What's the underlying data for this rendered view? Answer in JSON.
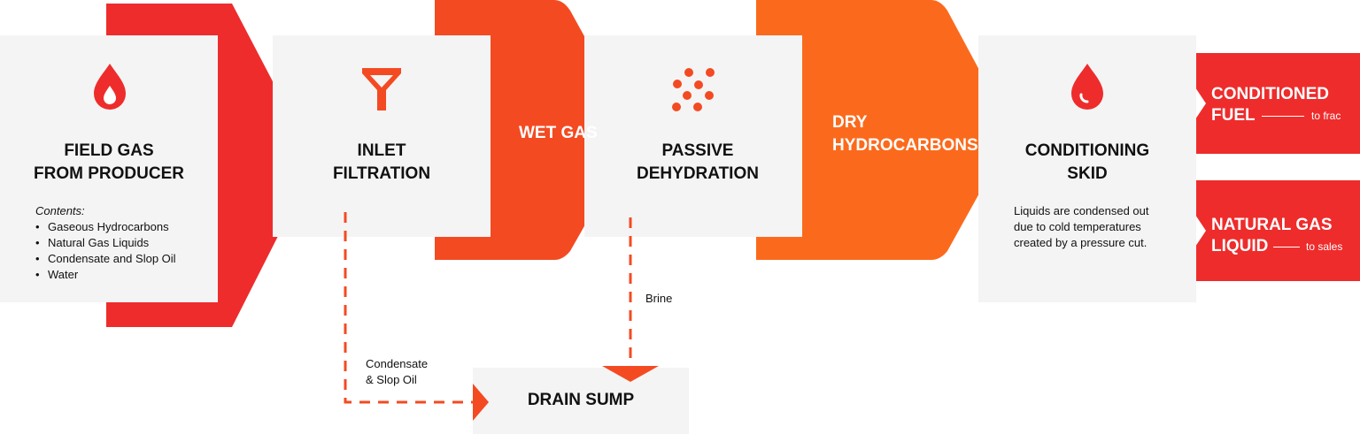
{
  "colors": {
    "red": "#ee2c2c",
    "orange_red": "#f44a22",
    "orange": "#fb6a1c",
    "box_bg": "#f4f4f4"
  },
  "nodes": {
    "field_gas": {
      "icon": "droplet-icon",
      "title_line1": "FIELD GAS",
      "title_line2": "FROM PRODUCER",
      "contents_label": "Contents:",
      "contents_items": [
        "Gaseous Hydrocarbons",
        "Natural Gas Liquids",
        "Condensate and Slop Oil",
        "Water"
      ]
    },
    "inlet_filtration": {
      "icon": "funnel-filter-icon",
      "title_line1": "INLET",
      "title_line2": "FILTRATION"
    },
    "passive_dehydration": {
      "icon": "dots-particles-icon",
      "title_line1": "PASSIVE",
      "title_line2": "DEHYDRATION"
    },
    "conditioning_skid": {
      "icon": "droplet-icon",
      "title_line1": "CONDITIONING",
      "title_line2": "SKID",
      "description_line1": "Liquids are condensed out",
      "description_line2": "due to cold temperatures",
      "description_line3": "created by a pressure cut."
    },
    "drain_sump": {
      "title": "DRAIN SUMP"
    }
  },
  "flows": {
    "wet_gas": "WET GAS",
    "dry_hydrocarbons_line1": "DRY",
    "dry_hydrocarbons_line2": "HYDROCARBONS",
    "condensate_line1": "Condensate",
    "condensate_line2": "& Slop Oil",
    "brine": "Brine"
  },
  "outputs": [
    {
      "line1": "CONDITIONED",
      "line2": "FUEL",
      "destination": "to frac"
    },
    {
      "line1": "NATURAL GAS",
      "line2": "LIQUID",
      "destination": "to sales"
    }
  ]
}
